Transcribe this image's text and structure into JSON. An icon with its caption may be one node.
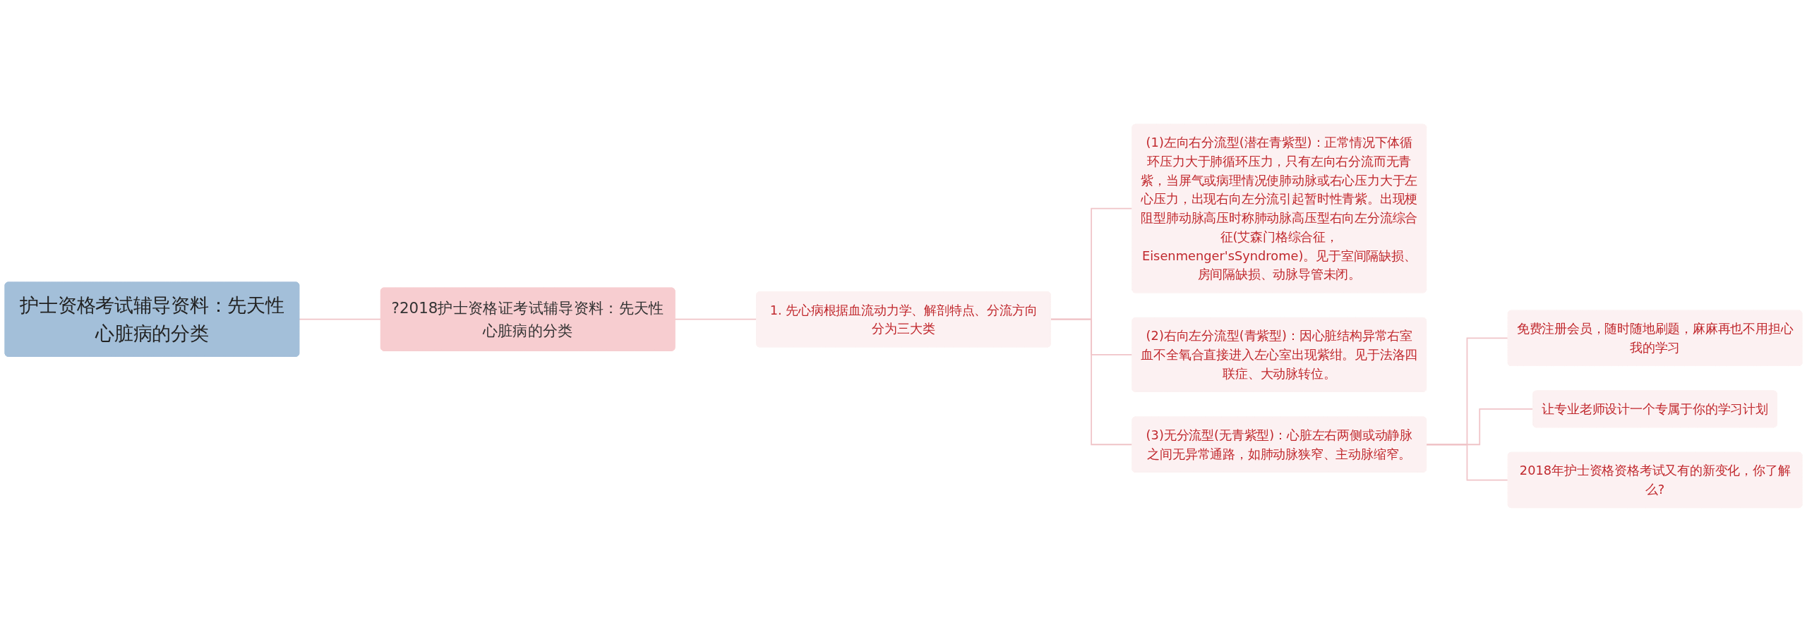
{
  "diagram": {
    "nodes": [
      {
        "text": [
          "护士资格考试辅导资料：先天性心脏病的分类"
        ]
      },
      {
        "text": [
          "?2018护士资格证考试辅导资料：先天性心脏病的分类"
        ]
      },
      {
        "text": [
          "1. 先心病根据血流动力学、解剖特点、分流方向分为三大类"
        ]
      },
      {
        "text": [
          "(1)左向右分流型(潜在青紫型)：正常情况下体循环压力大于肺循环压力，只有左向右分流而无青紫，当屏气或病理情况使肺动脉或右心压力大于左心压力，出现右向左分流引起暂时性青紫。出现梗阻型肺动脉高压时称肺动脉高压型右向左分流综合征(艾森门格综合征，Eisenmenger'sSyndrome)。见于室间隔缺损、房间隔缺损、动脉导管未闭。"
        ]
      },
      {
        "text": [
          "(2)右向左分流型(青紫型)：因心脏结构异常右室血不全氧合直接进入左心室出现紫绀。见于法洛四联症、大动脉转位。"
        ]
      },
      {
        "text": [
          "(3)无分流型(无青紫型)：心脏左右两侧或动静脉之间无异常通路，如肺动脉狭窄、主动脉缩窄。"
        ]
      },
      {
        "text": [
          "免费注册会员，随时随地刷题，麻麻再也不用担心我的学习"
        ]
      },
      {
        "text": [
          "让专业老师设计一个专属于你的学习计划"
        ]
      },
      {
        "text": [
          "2018年护士资格资格考试又有的新变化，你了解么?"
        ]
      }
    ],
    "edges": [
      {
        "from": 0,
        "to": 1,
        "arrow": "none"
      },
      {
        "from": 1,
        "to": 2,
        "arrow": "none"
      },
      {
        "from": 2,
        "to": 3,
        "arrow": "none"
      },
      {
        "from": 2,
        "to": 4,
        "arrow": "none"
      },
      {
        "from": 2,
        "to": 5,
        "arrow": "none"
      },
      {
        "from": 5,
        "to": 6,
        "arrow": "none"
      },
      {
        "from": 5,
        "to": 7,
        "arrow": "none"
      },
      {
        "from": 5,
        "to": 8,
        "arrow": "none"
      }
    ]
  }
}
